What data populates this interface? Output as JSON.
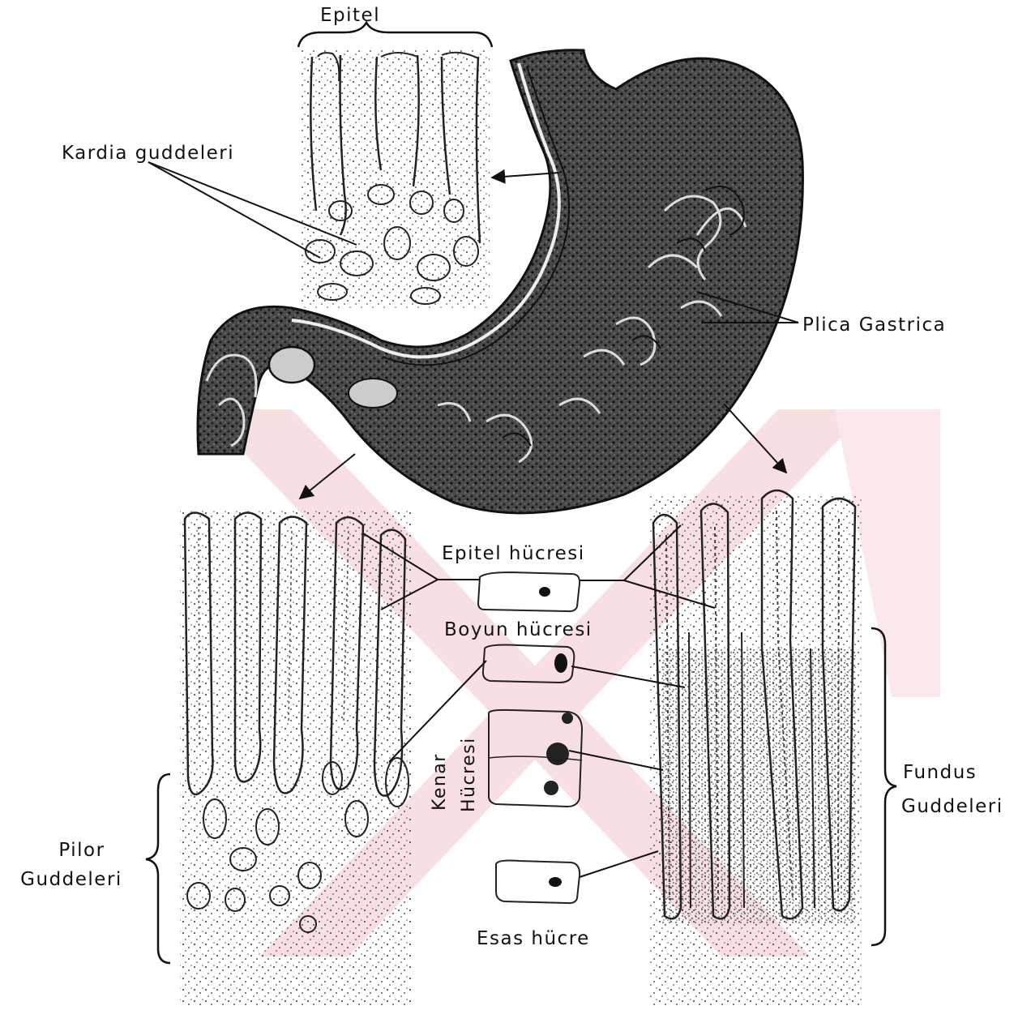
{
  "labels": {
    "epitel": "Epitel",
    "kardia": "Kardia guddeleri",
    "plica": "Plica Gastrica",
    "epitel_hucresi": "Epitel hücresi",
    "boyun_hucresi": "Boyun hücresi",
    "kenar_line1": "Kenar",
    "kenar_line2": "Hücresi",
    "esas_hucre": "Esas hücre",
    "pilor_line1": "Pilor",
    "pilor_line2": "Guddeleri",
    "fundus_line1": "Fundus",
    "fundus_line2": "Guddeleri"
  },
  "colors": {
    "ink": "#111111",
    "stomach_fill": "#3a3a3a",
    "stipple": "#555555",
    "watermark": "#f3c8cc"
  }
}
